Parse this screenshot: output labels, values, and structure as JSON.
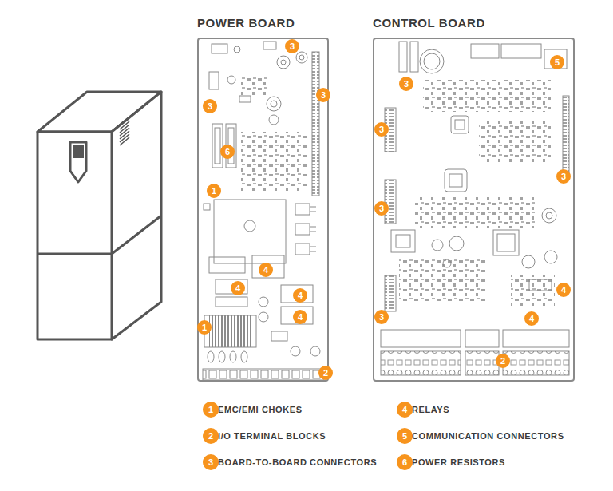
{
  "diagram": {
    "nodes": [
      {
        "text": [
          "POWER BOARD"
        ]
      },
      {
        "text": [
          "3"
        ],
        "in": 0
      },
      {
        "text": [
          "3"
        ],
        "in": 0
      },
      {
        "text": [
          "3"
        ],
        "in": 0
      },
      {
        "text": [
          "6"
        ],
        "in": 0
      },
      {
        "text": [
          "1"
        ],
        "in": 0
      },
      {
        "text": [
          "4"
        ],
        "in": 0
      },
      {
        "text": [
          "4"
        ],
        "in": 0
      },
      {
        "text": [
          "4"
        ],
        "in": 0
      },
      {
        "text": [
          "4"
        ],
        "in": 0
      },
      {
        "text": [
          "1"
        ],
        "in": 0
      },
      {
        "text": [
          "2"
        ],
        "in": 0
      },
      {
        "text": [
          "CONTROL BOARD"
        ]
      },
      {
        "text": [
          "5"
        ],
        "in": 12
      },
      {
        "text": [
          "3"
        ],
        "in": 12
      },
      {
        "text": [
          "3"
        ],
        "in": 12
      },
      {
        "text": [
          "3"
        ],
        "in": 12
      },
      {
        "text": [
          "3"
        ],
        "in": 12
      },
      {
        "text": [
          "4"
        ],
        "in": 12
      },
      {
        "text": [
          "3"
        ],
        "in": 12
      },
      {
        "text": [
          "4"
        ],
        "in": 12
      },
      {
        "text": [
          "2"
        ],
        "in": 12
      }
    ],
    "labels": [
      "1",
      "2",
      "3",
      "4",
      "5",
      "6"
    ],
    "legend": [
      {
        "text": "EMC/EMI CHOKES",
        "color": "#f7941d"
      },
      {
        "text": "I/O TERMINAL BLOCKS",
        "color": "#f7941d"
      },
      {
        "text": "BOARD-TO-BOARD CONNECTORS",
        "color": "#f7941d"
      },
      {
        "text": "RELAYS",
        "color": "#f7941d"
      },
      {
        "text": "COMMUNICATION CONNECTORS",
        "color": "#f7941d"
      },
      {
        "text": "POWER RESISTORS",
        "color": "#f7941d"
      }
    ]
  }
}
